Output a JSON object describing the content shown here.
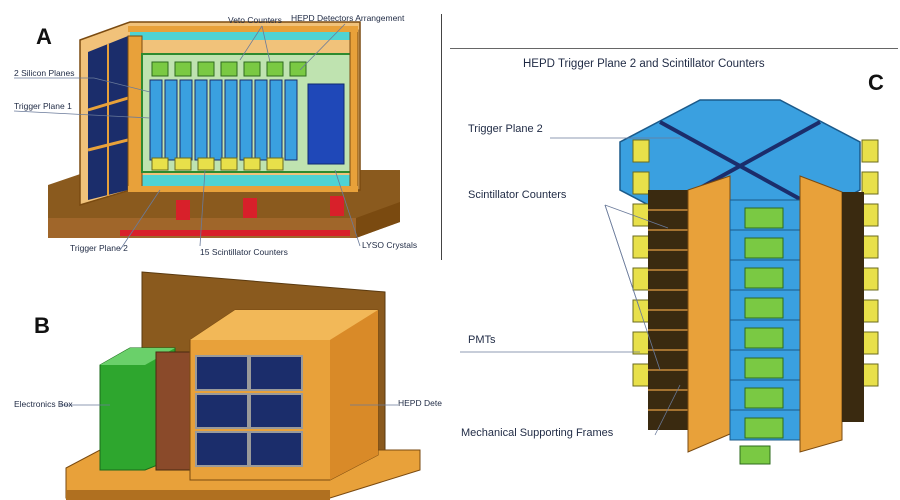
{
  "panels": {
    "a": {
      "letter": "A",
      "labels": {
        "veto_counters": "Veto Counters",
        "hepd_arrangement": "HEPD Detectors Arrangement",
        "silicon_planes": "2 Silicon Planes",
        "trigger_plane_1": "Trigger Plane 1",
        "trigger_plane_2": "Trigger Plane 2",
        "scintillator_counters": "15 Scintillator Counters",
        "lyso_crystals": "LYSO Crystals"
      }
    },
    "b": {
      "letter": "B",
      "labels": {
        "electronics_box": "Electronics Box",
        "hepd_detector": "HEPD Dete"
      }
    },
    "c": {
      "letter": "C",
      "title": "HEPD Trigger Plane 2 and Scintillator Counters",
      "labels": {
        "trigger_plane_2": "Trigger Plane 2",
        "scintillator_counters": "Scintillator Counters",
        "pmts": "PMTs",
        "mechanical_frames": "Mechanical Supporting Frames"
      }
    }
  },
  "colors": {
    "frame_orange": "#e8a13a",
    "frame_dark": "#7a4a10",
    "scint_blue": "#3aa0e0",
    "panel_navy": "#1b2d6b",
    "pmt_green": "#7ac943",
    "pmt_yellow": "#e8e04a",
    "base_brown": "#8a5a1e",
    "base_red": "#d8202a",
    "electronics_green": "#2ea62e",
    "cyan_frame": "#4fd3d3"
  }
}
